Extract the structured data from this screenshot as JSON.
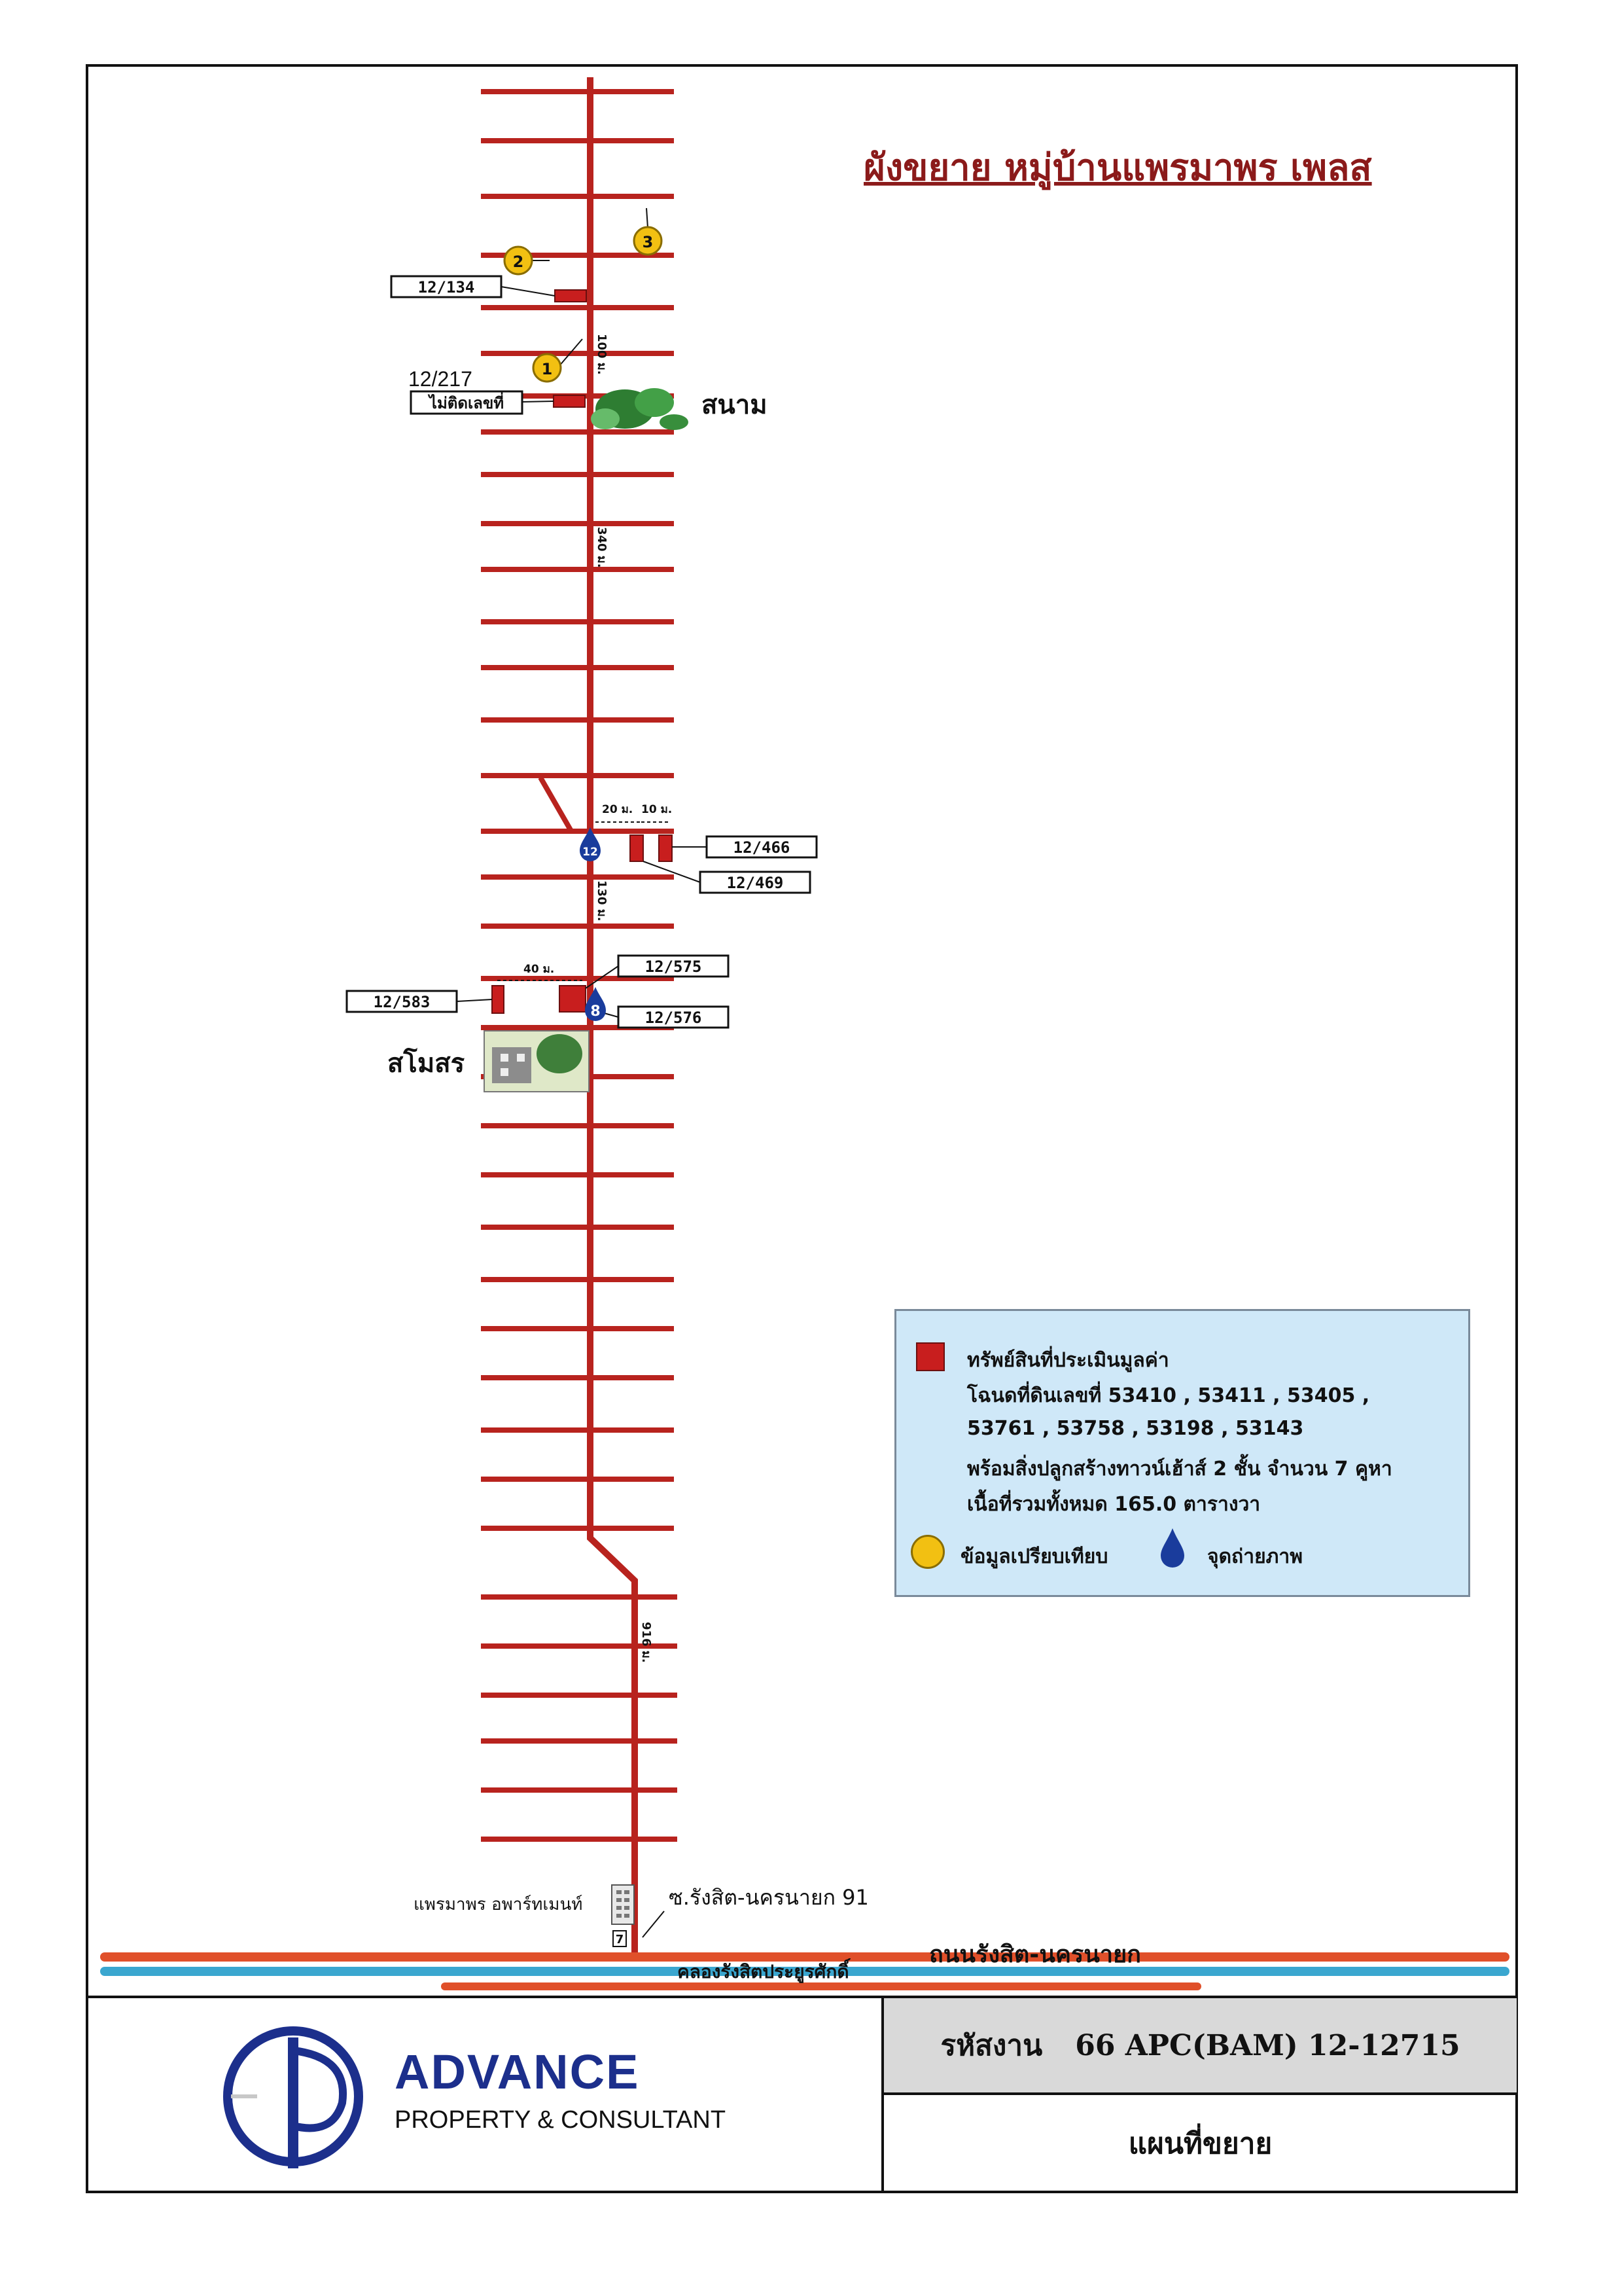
{
  "title": "ผังขยาย หมู่บ้านแพรมาพร เพลส",
  "colors": {
    "road": "#b8231e",
    "main_road": "#e0502a",
    "canal": "#3aa6cf",
    "plot": "#c81e1e",
    "title": "#8b1a1a",
    "company": "#1c2f8c"
  },
  "places": {
    "field": "สนาม",
    "clubhouse": "สโมสร",
    "apartment": "แพรมาพร อพาร์ทเมนท์",
    "soi": "ซ.รังสิต-นครนายก 91",
    "main_road": "ถนนรังสิต-นครนายก",
    "canal": "คลองรังสิตประยูรศักดิ์"
  },
  "distances": {
    "d100": "100 ม.",
    "d340": "340 ม.",
    "d20": "20 ม.",
    "d10": "10 ม.",
    "d130": "130 ม.",
    "d40": "40 ม.",
    "d916": "916 ม."
  },
  "plot_labels": {
    "p134": "12/134",
    "p217": "12/217",
    "no_number": "ไม่ติดเลขที่",
    "p466": "12/466",
    "p469": "12/469",
    "p575": "12/575",
    "p583": "12/583",
    "p576": "12/576"
  },
  "comparables": [
    "1",
    "2",
    "3"
  ],
  "photo_points": [
    "12",
    "8"
  ],
  "apartment_marker": "7",
  "legend": {
    "line1": "ทรัพย์สินที่ประเมินมูลค่า",
    "line2": "โฉนดที่ดินเลขที่ 53410 , 53411 , 53405 ,",
    "line3": "53761 , 53758 , 53198 , 53143",
    "line4": "พร้อมสิ่งปลูกสร้างทาวน์เฮ้าส์ 2 ชั้น จำนวน 7 คูหา",
    "line5": "เนื้อที่รวมทั้งหมด  165.0  ตารางวา",
    "comparable_label": "ข้อมูลเปรียบเทียบ",
    "photo_label": "จุดถ่ายภาพ"
  },
  "footer": {
    "company": "ADVANCE",
    "company_sub": "PROPERTY & CONSULTANT",
    "code_label": "รหัสงาน",
    "code_value": "66 APC(BAM) 12-12715",
    "doc_type": "แผนที่ขยาย"
  }
}
